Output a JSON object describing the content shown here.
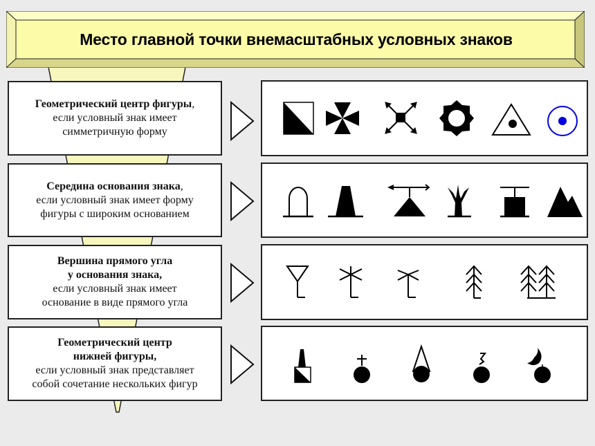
{
  "title": "Место главной точки внемасштабных условных знаков",
  "colors": {
    "background": "#ebebeb",
    "title_fill": "#fbfba8",
    "title_bevel_light": "#fdfdc8",
    "title_bevel_dark": "#c8c67a",
    "funnel_fill": "#f7f7bd",
    "symbol_black": "#000000",
    "symbol_blue": "#0000e0"
  },
  "rows": [
    {
      "bold": "Геометрический центр фигуры",
      "bold_suffix": ",",
      "lines": [
        "если условный знак имеет",
        "симметричную форму"
      ],
      "symbols": [
        "half-filled-square",
        "maltese-cross",
        "crossroads-arrows",
        "gear-sun",
        "triangle-with-dot",
        "blue-circle-with-dot"
      ]
    },
    {
      "bold": "Середина основания знака",
      "bold_suffix": ",",
      "lines": [
        "если условный знак имеет форму",
        "фигуры с широким основанием"
      ],
      "symbols": [
        "arch-on-base",
        "trapezoid-monument",
        "weathervane-triangle",
        "tree-stump",
        "press-box",
        "mountain-peaks"
      ]
    },
    {
      "bold": "Вершина прямого угла",
      "bold2": "у основания знака,",
      "lines": [
        "если условный знак имеет",
        "основание в виде прямого угла"
      ],
      "symbols": [
        "radio-mast-funnel",
        "windmill-star",
        "wind-turbine",
        "coniferous-tree",
        "coniferous-trees-pair"
      ]
    },
    {
      "bold": "Геометрический центр",
      "bold2": "нижней фигуры,",
      "lines": [
        "если условный знак представляет",
        "собой сочетание нескольких фигур"
      ],
      "symbols": [
        "lighthouse-on-square",
        "church-cross-circle",
        "cone-over-circle",
        "flag-over-circle",
        "crescent-over-circle"
      ]
    }
  ]
}
